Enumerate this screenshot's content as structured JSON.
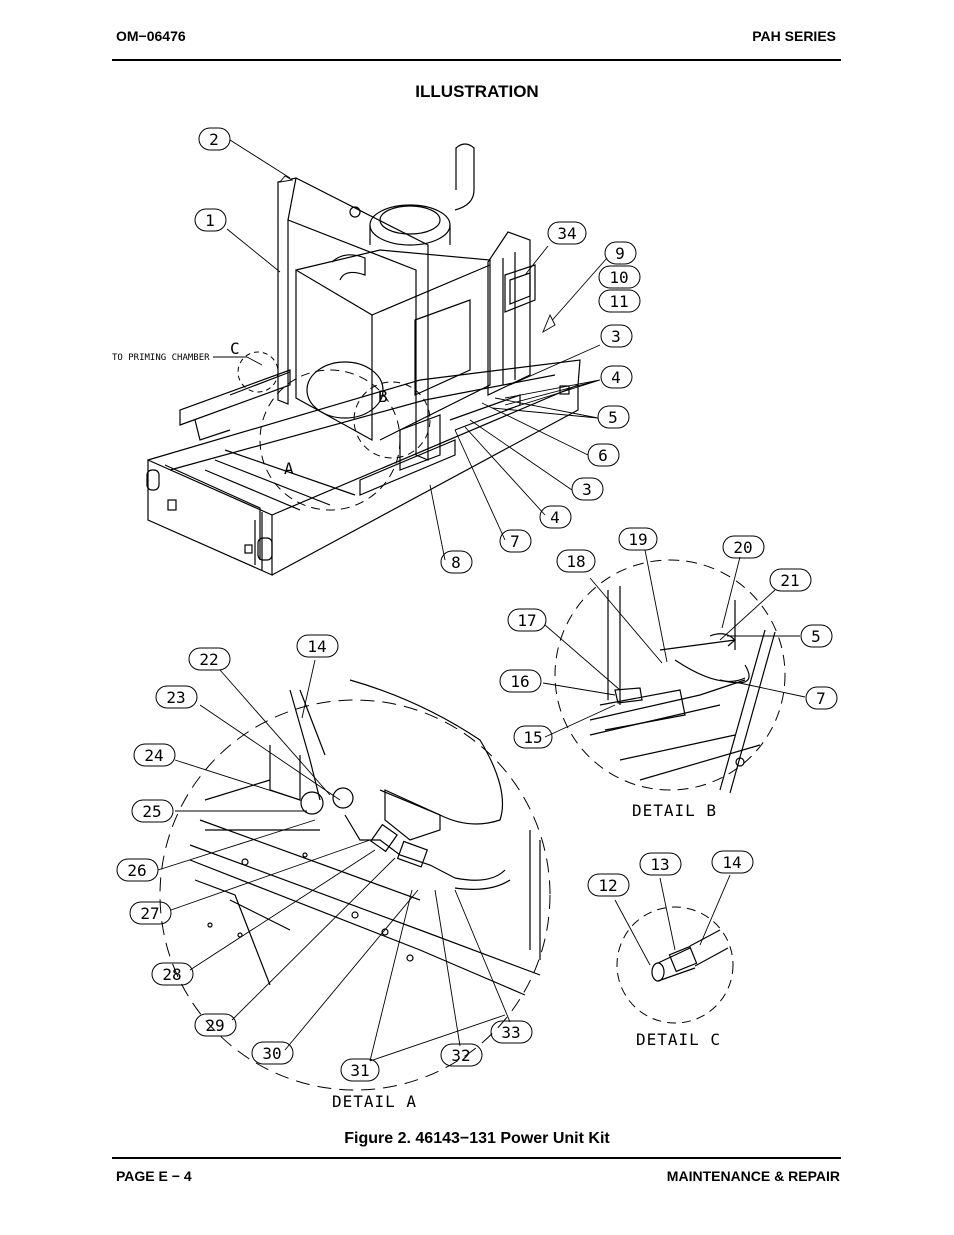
{
  "header": {
    "doc_number": "OM−06476",
    "series": "PAH SERIES"
  },
  "section_title": "ILLUSTRATION",
  "figure_caption": "Figure 2. 46143−131 Power Unit Kit",
  "footer": {
    "page": "PAGE E − 4",
    "section": "MAINTENANCE & REPAIR"
  },
  "callouts": [
    "1",
    "2",
    "3",
    "4",
    "5",
    "6",
    "3",
    "4",
    "7",
    "8",
    "9",
    "10",
    "11",
    "34",
    "18",
    "19",
    "20",
    "21",
    "5",
    "7",
    "17",
    "16",
    "15",
    "14",
    "22",
    "23",
    "24",
    "25",
    "26",
    "27",
    "28",
    "29",
    "30",
    "31",
    "32",
    "33",
    "12",
    "13",
    "14"
  ],
  "detail_labels": {
    "a": "DETAIL A",
    "b": "DETAIL B",
    "c": "DETAIL C"
  },
  "view_letters": {
    "a": "A",
    "b": "B",
    "c": "C"
  },
  "note": "TO PRIMING CHAMBER"
}
